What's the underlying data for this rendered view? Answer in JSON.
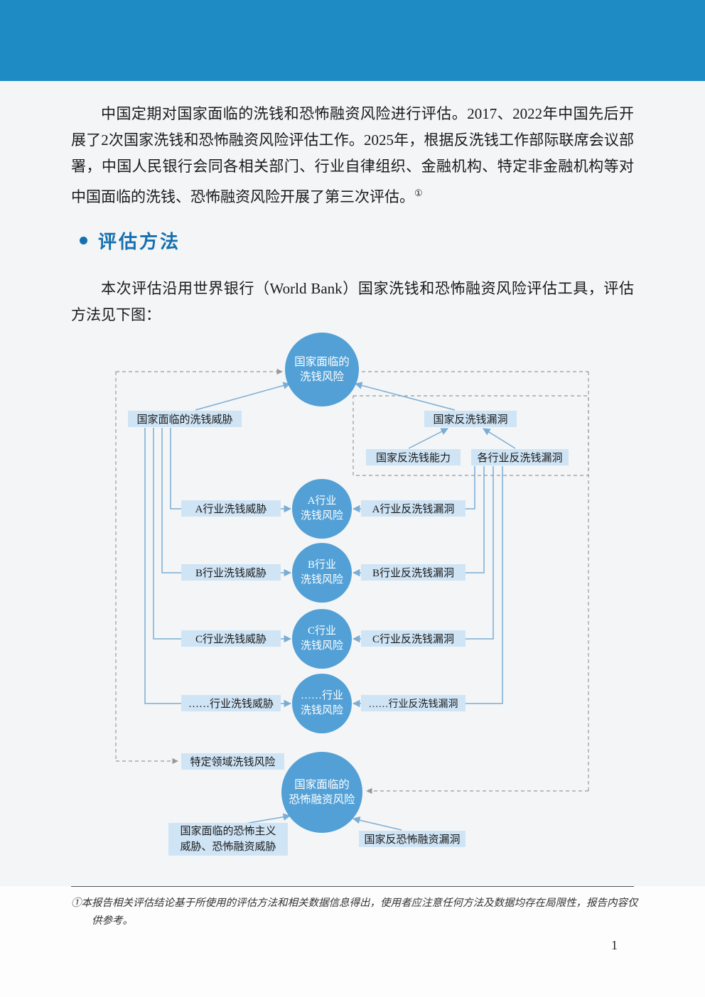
{
  "page": {
    "number": "1"
  },
  "intro": {
    "text": "中国定期对国家面临的洗钱和恐怖融资风险进行评估。2017、2022年中国先后开展了2次国家洗钱和恐怖融资风险评估工作。2025年，根据反洗钱工作部际联席会议部署，中国人民银行会同各相关部门、行业自律组织、金融机构、特定非金融机构等对中国面临的洗钱、恐怖融资风险开展了第三次评估。",
    "footnote_ref": "①"
  },
  "section": {
    "title": "评估方法",
    "accent_color": "#1470b0"
  },
  "method": {
    "text": "本次评估沿用世界银行（World Bank）国家洗钱和恐怖融资风险评估工具，评估方法见下图："
  },
  "diagram": {
    "national_ml_risk": "国家面临的\n洗钱风险",
    "national_ml_threat": "国家面临的洗钱威胁",
    "national_aml_vulnerability": "国家反洗钱漏洞",
    "national_aml_capability": "国家反洗钱能力",
    "industry_aml_vulnerability": "各行业反洗钱漏洞",
    "rows": [
      {
        "threat": "A行业洗钱威胁",
        "risk": "A行业\n洗钱风险",
        "vulnerability": "A行业反洗钱漏洞"
      },
      {
        "threat": "B行业洗钱威胁",
        "risk": "B行业\n洗钱风险",
        "vulnerability": "B行业反洗钱漏洞"
      },
      {
        "threat": "C行业洗钱威胁",
        "risk": "C行业\n洗钱风险",
        "vulnerability": "C行业反洗钱漏洞"
      },
      {
        "threat": "……行业洗钱威胁",
        "risk": "……行业\n洗钱风险",
        "vulnerability": "……行业反洗钱漏洞"
      }
    ],
    "special_field_risk": "特定领域洗钱风险",
    "national_tf_risk": "国家面临的\n恐怖融资风险",
    "national_tf_threat": "国家面临的恐怖主义\n威胁、恐怖融资威胁",
    "national_tf_vulnerability": "国家反恐怖融资漏洞",
    "colors": {
      "node_fill": "#52a0d6",
      "box_fill": "#cfe4f5",
      "line": "#7aadd6",
      "dashed": "#999999",
      "band": "#1e8bc4"
    }
  },
  "footnote": {
    "text": "①本报告相关评估结论基于所使用的评估方法和相关数据信息得出，使用者应注意任何方法及数据均存在局限性，报告内容仅供参考。"
  }
}
